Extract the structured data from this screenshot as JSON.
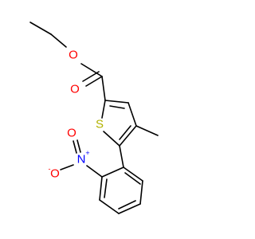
{
  "molecule": {
    "atoms": {
      "O_carbonyl": {
        "symbol": "O",
        "color": "#ff0000"
      },
      "O_ester": {
        "symbol": "O",
        "color": "#ff0000"
      },
      "S_ring": {
        "symbol": "S",
        "color": "#b2b200"
      },
      "N_nitro": {
        "symbol": "N",
        "charge": "+",
        "color": "#0000ff"
      },
      "O_nitro_double": {
        "symbol": "O",
        "color": "#ff0000"
      },
      "O_nitro_single": {
        "symbol": "O",
        "charge": "-",
        "color": "#ff0000"
      }
    }
  }
}
